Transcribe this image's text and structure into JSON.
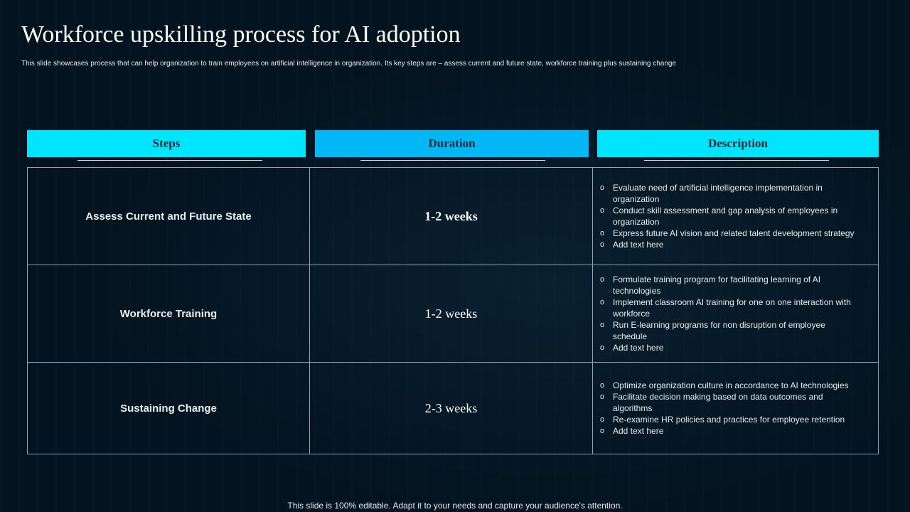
{
  "title": "Workforce upskilling process for AI adoption",
  "subtitle": "This slide showcases process that can help organization to train employees on artificial intelligence in organization. Its key steps are – assess current and future state, workforce training plus sustaining change",
  "headers": {
    "steps": "Steps",
    "duration": "Duration",
    "description": "Description"
  },
  "colors": {
    "background": "#03131f",
    "header_steps": "#00e5ff",
    "header_duration": "#00b8f5",
    "header_description": "#00e5ff"
  },
  "rows": [
    {
      "step": "Assess Current and Future State",
      "duration": "1-2 weeks",
      "description": [
        "Evaluate need of artificial intelligence implementation in organization",
        "Conduct skill assessment and gap analysis of employees in organization",
        "Express future AI vision and related talent development strategy",
        "Add text here"
      ]
    },
    {
      "step": "Workforce Training",
      "duration": "1-2 weeks",
      "description": [
        "Formulate training program for facilitating learning of AI technologies",
        "Implement classroom AI training for one on one interaction with workforce",
        "Run E-learning programs for non disruption of employee schedule",
        "Add text here"
      ]
    },
    {
      "step": "Sustaining Change",
      "duration": "2-3 weeks",
      "description": [
        "Optimize organization culture in accordance to AI technologies",
        "Facilitate decision making based on data outcomes and algorithms",
        "Re-examine HR policies and practices for employee retention",
        "Add text here"
      ]
    }
  ],
  "footer": "This slide is 100% editable. Adapt it to your needs and capture your audience's attention."
}
